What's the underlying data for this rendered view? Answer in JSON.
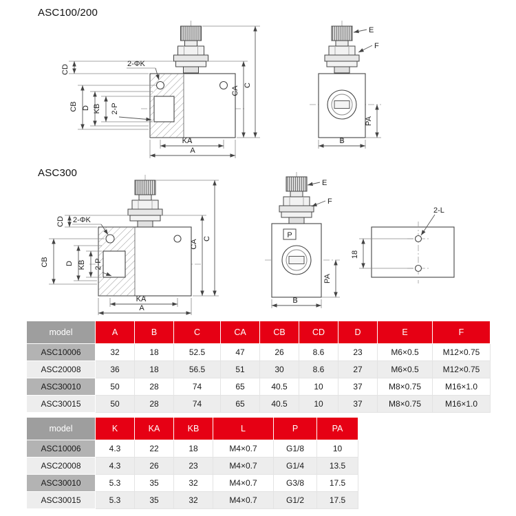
{
  "drawings": {
    "asc100": {
      "title": "ASC100/200",
      "labels": {
        "cd": "CD",
        "cb": "CB",
        "d": "D",
        "kb": "KB",
        "p2": "2-P",
        "phik": "2-ΦK",
        "ka": "KA",
        "a": "A",
        "ca": "CA",
        "c": "C",
        "e": "E",
        "f": "F",
        "b": "B",
        "pa": "PA"
      }
    },
    "asc300": {
      "title": "ASC300",
      "labels": {
        "cd": "CD",
        "cb": "CB",
        "d": "D",
        "kb": "KB",
        "p2": "2-P",
        "phik": "2-ΦK",
        "ka": "KA",
        "a": "A",
        "ca": "CA",
        "c": "C",
        "e": "E",
        "f": "F",
        "b": "B",
        "pa": "PA",
        "port": "P",
        "l2": "2-L",
        "hole_spacing": "18"
      }
    }
  },
  "tables": [
    {
      "headers": [
        "model",
        "A",
        "B",
        "C",
        "CA",
        "CB",
        "CD",
        "D",
        "E",
        "F"
      ],
      "rows": [
        [
          "ASC10006",
          "32",
          "18",
          "52.5",
          "47",
          "26",
          "8.6",
          "23",
          "M6×0.5",
          "M12×0.75"
        ],
        [
          "ASC20008",
          "36",
          "18",
          "56.5",
          "51",
          "30",
          "8.6",
          "27",
          "M6×0.5",
          "M12×0.75"
        ],
        [
          "ASC30010",
          "50",
          "28",
          "74",
          "65",
          "40.5",
          "10",
          "37",
          "M8×0.75",
          "M16×1.0"
        ],
        [
          "ASC30015",
          "50",
          "28",
          "74",
          "65",
          "40.5",
          "10",
          "37",
          "M8×0.75",
          "M16×1.0"
        ]
      ]
    },
    {
      "headers": [
        "model",
        "K",
        "KA",
        "KB",
        "L",
        "P",
        "PA"
      ],
      "rows": [
        [
          "ASC10006",
          "4.3",
          "22",
          "18",
          "M4×0.7",
          "G1/8",
          "10"
        ],
        [
          "ASC20008",
          "4.3",
          "26",
          "23",
          "M4×0.7",
          "G1/4",
          "13.5"
        ],
        [
          "ASC30010",
          "5.3",
          "35",
          "32",
          "M4×0.7",
          "G3/8",
          "17.5"
        ],
        [
          "ASC30015",
          "5.3",
          "35",
          "32",
          "M4×0.7",
          "G1/2",
          "17.5"
        ]
      ]
    }
  ],
  "colors": {
    "header_red": "#e60014",
    "header_gray": "#9e9e9e",
    "model_cell_gray": "#b3b3b3",
    "row_alt": "#ededed",
    "line": "#444444"
  }
}
